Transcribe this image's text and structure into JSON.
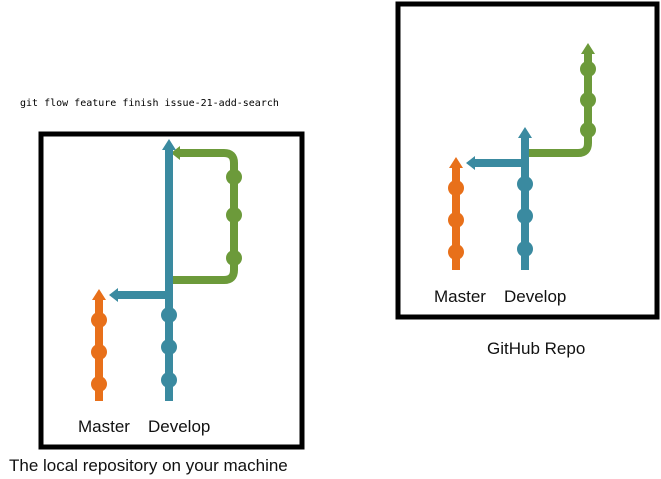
{
  "command": "git flow feature finish issue-21-add-search",
  "colors": {
    "master": "#e8701a",
    "develop": "#3a8aa0",
    "feature": "#6c9a3a",
    "frame": "#000000"
  },
  "local_panel": {
    "labels": {
      "master": "Master",
      "develop": "Develop"
    },
    "caption": "The local repository on your machine",
    "master_commits": 3,
    "develop_commits": 3,
    "feature_commits": 3
  },
  "github_panel": {
    "labels": {
      "master": "Master",
      "develop": "Develop"
    },
    "caption": "GitHub Repo",
    "master_commits": 3,
    "develop_commits": 3,
    "feature_commits": 3
  }
}
